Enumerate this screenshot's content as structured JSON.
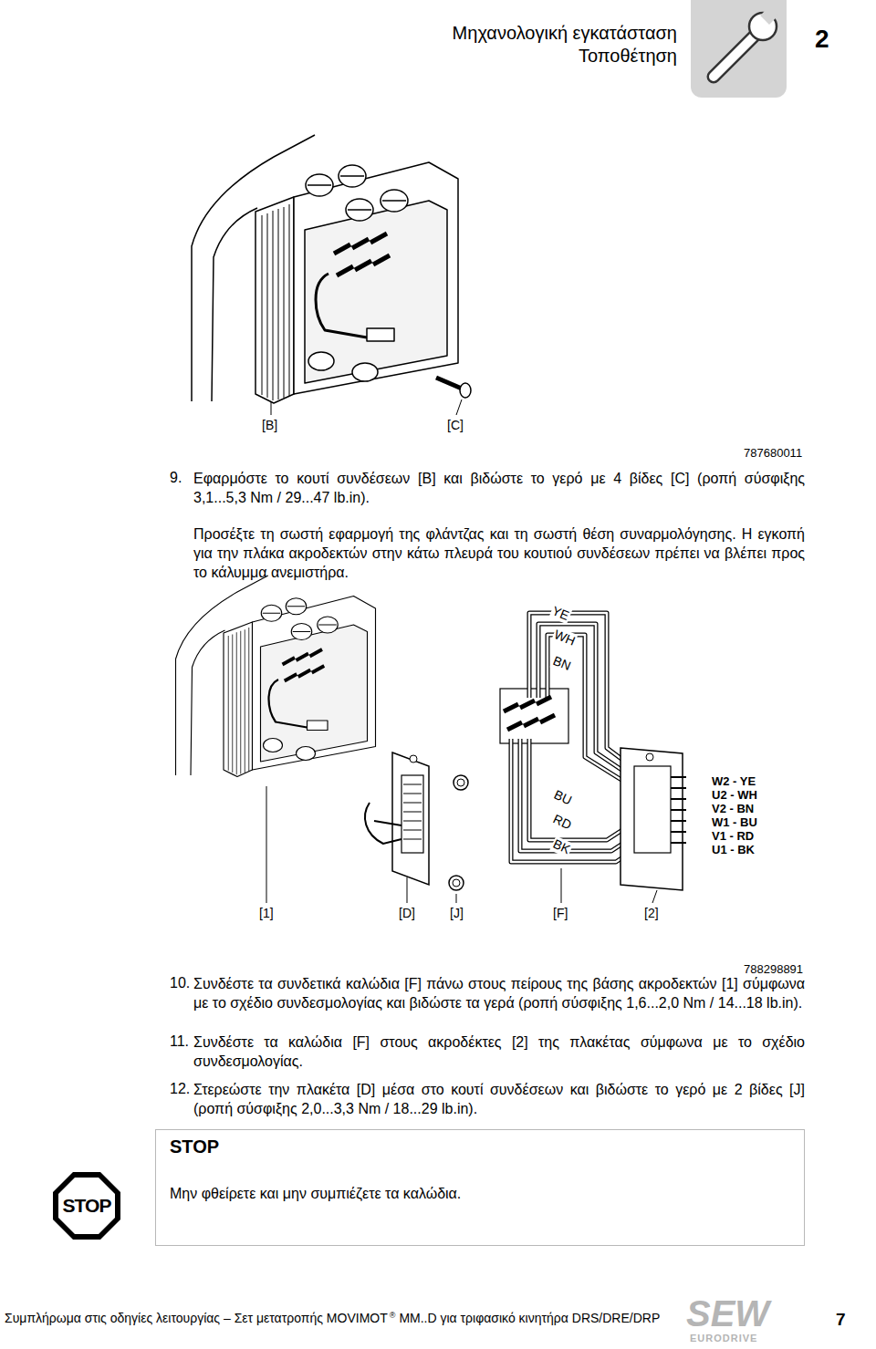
{
  "diagram": {
    "title": "Μηχανολογική εγκατάσταση",
    "nodes": [
      {
        "text": [
          "STOP",
          "Μην φθείρετε και μην συμπιέζετε τα καλώδια."
        ]
      }
    ],
    "labels": [
      "Τοποθέτηση",
      "2",
      "[B]",
      "[C]",
      "787680011",
      "9.",
      "Εφαρμόστε το κουτί συνδέσεων [B] και βιδώστε το γερό με 4 βίδες [C] (ροπή σύσφιξης 3,1...5,3 Nm / 29...47 lb.in).",
      "Προσέξτε τη σωστή εφαρμογή της φλάντζας και τη σωστή θέση συναρμολόγησης. Η εγκοπή για την πλάκα ακροδεκτών στην κάτω πλευρά του κουτιού συνδέσεων πρέπει να βλέπει προς το κάλυμμα ανεμιστήρα.",
      "YE",
      "WH",
      "BN",
      "BU",
      "RD",
      "BK",
      "W2 - YE",
      "U2 - WH",
      "V2 - BN",
      "W1 - BU",
      "V1 - RD",
      "U1 - BK",
      "[1]",
      "[D]",
      "[J]",
      "[F]",
      "[2]",
      "788298891",
      "10.",
      "Συνδέστε τα συνδετικά καλώδια [F] πάνω στους πείρους της βάσης ακροδεκτών [1] σύμφωνα με το σχέδιο συνδεσμολογίας και βιδώστε τα γερά (ροπή σύσφιξης 1,6...2,0 Nm / 14...18 lb.in).",
      "11.",
      "Συνδέστε τα καλώδια [F] στους ακροδέκτες [2] της πλακέτας σύμφωνα με το σχέδιο συνδεσμολογίας.",
      "12.",
      "Στερεώστε την πλακέτα [D] μέσα στο κουτί συνδέσεων και βιδώστε το γερό με 2 βίδες [J] (ροπή σύσφιξης 2,0...3,3 Nm / 18...29 lb.in).",
      "STOP",
      "Συμπλήρωμα στις οδηγίες λειτουργίας – Σετ μετατροπής MOVIMOT",
      "®",
      "MM..D για τριφασικό κινητήρα DRS/DRE/DRP",
      "7",
      "SEW",
      "EURODRIVE"
    ]
  }
}
